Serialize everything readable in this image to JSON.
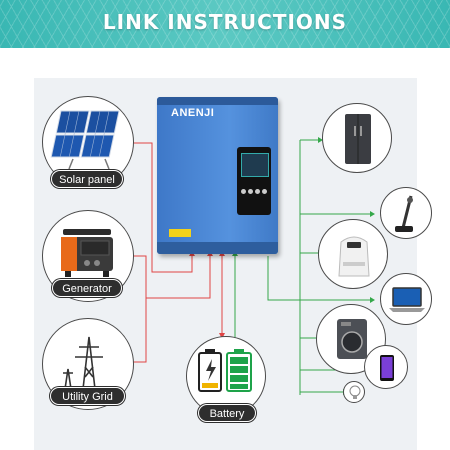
{
  "banner": {
    "title": "LINK INSTRUCTIONS"
  },
  "inverter": {
    "brand": "ANENJI"
  },
  "sources": [
    {
      "name": "solar-panel",
      "label": "Solar panel"
    },
    {
      "name": "generator",
      "label": "Generator"
    },
    {
      "name": "utility-grid",
      "label": "Utility Grid"
    }
  ],
  "storage": {
    "label": "Battery"
  },
  "appliances": [
    {
      "name": "refrigerator-icon"
    },
    {
      "name": "vacuum-cleaner-icon"
    },
    {
      "name": "air-fryer-icon"
    },
    {
      "name": "laptop-icon"
    },
    {
      "name": "washing-machine-icon"
    },
    {
      "name": "smartphone-icon"
    },
    {
      "name": "light-bulb-icon"
    }
  ],
  "colors": {
    "banner": "#45bdb8",
    "input_wire": "#e04545",
    "output_wire": "#35a84a",
    "inverter": "#4a86d4"
  }
}
